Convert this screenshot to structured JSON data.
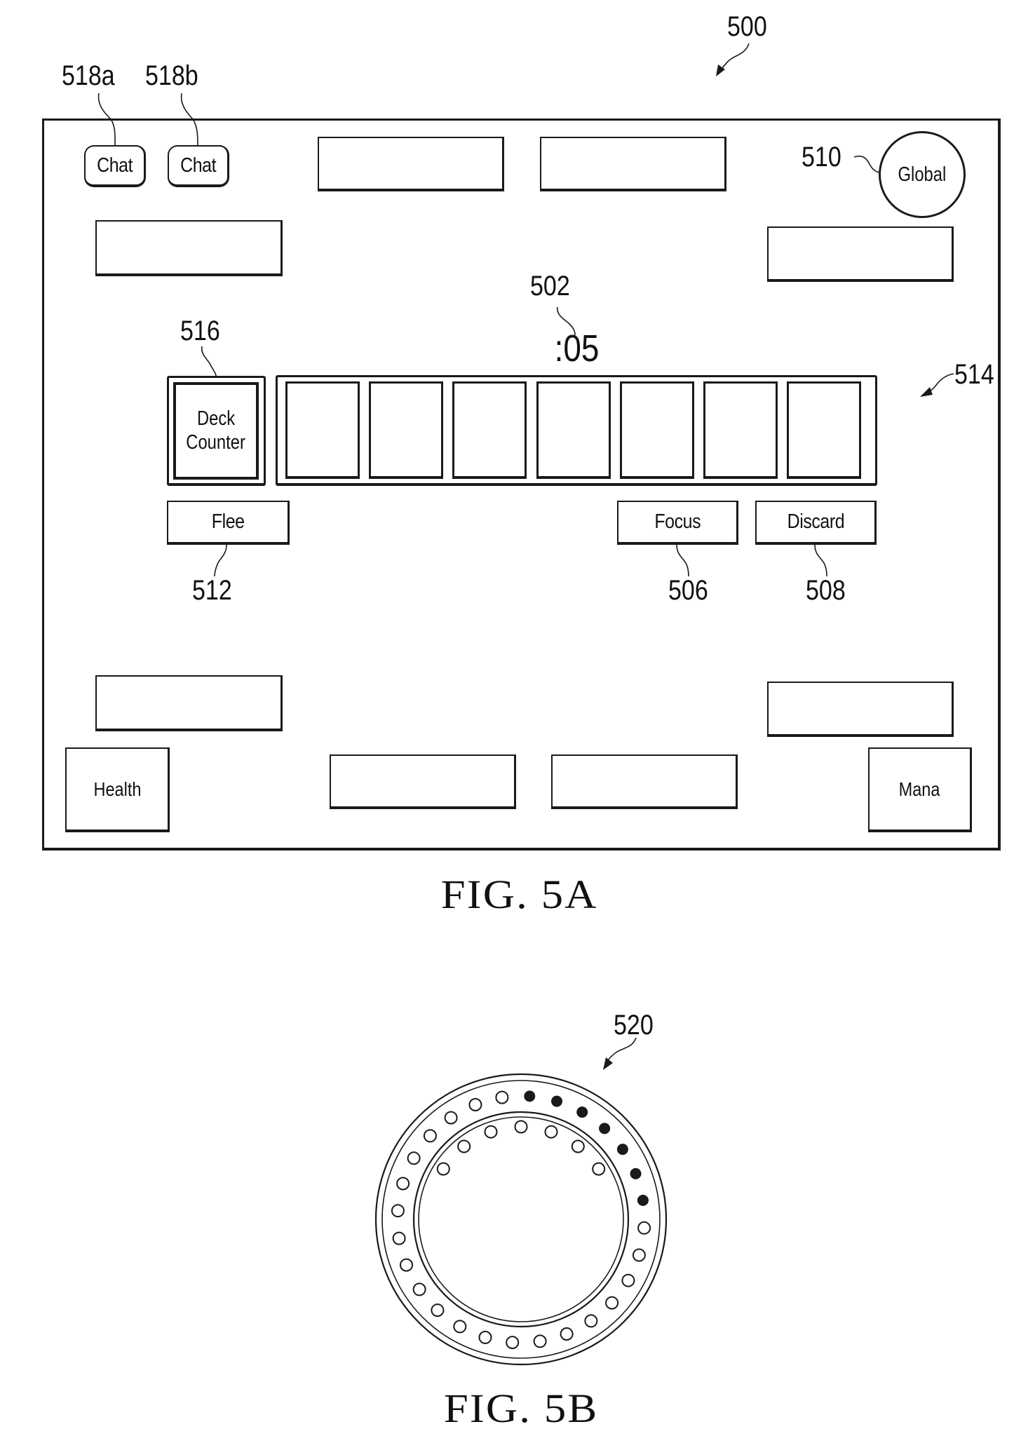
{
  "figure_5a": {
    "ref_label": "500",
    "caption": "FIG. 5A",
    "chat_buttons": [
      {
        "ref": "518a",
        "label": "Chat"
      },
      {
        "ref": "518b",
        "label": "Chat"
      }
    ],
    "global_button": {
      "ref": "510",
      "label": "Global"
    },
    "timer": {
      "ref": "502",
      "value": ":05"
    },
    "deck_counter": {
      "ref": "516",
      "line1": "Deck",
      "line2": "Counter"
    },
    "hand": {
      "ref": "514",
      "card_slots": 7
    },
    "actions": {
      "flee": {
        "ref": "512",
        "label": "Flee"
      },
      "focus": {
        "ref": "506",
        "label": "Focus"
      },
      "discard": {
        "ref": "508",
        "label": "Discard"
      }
    },
    "stats": {
      "health": "Health",
      "mana": "Mana"
    }
  },
  "figure_5b": {
    "ref_label": "520",
    "caption": "FIG. 5B",
    "outer_dots_total": 28,
    "outer_dots_filled": 7,
    "inner_arc_dots": 7
  }
}
